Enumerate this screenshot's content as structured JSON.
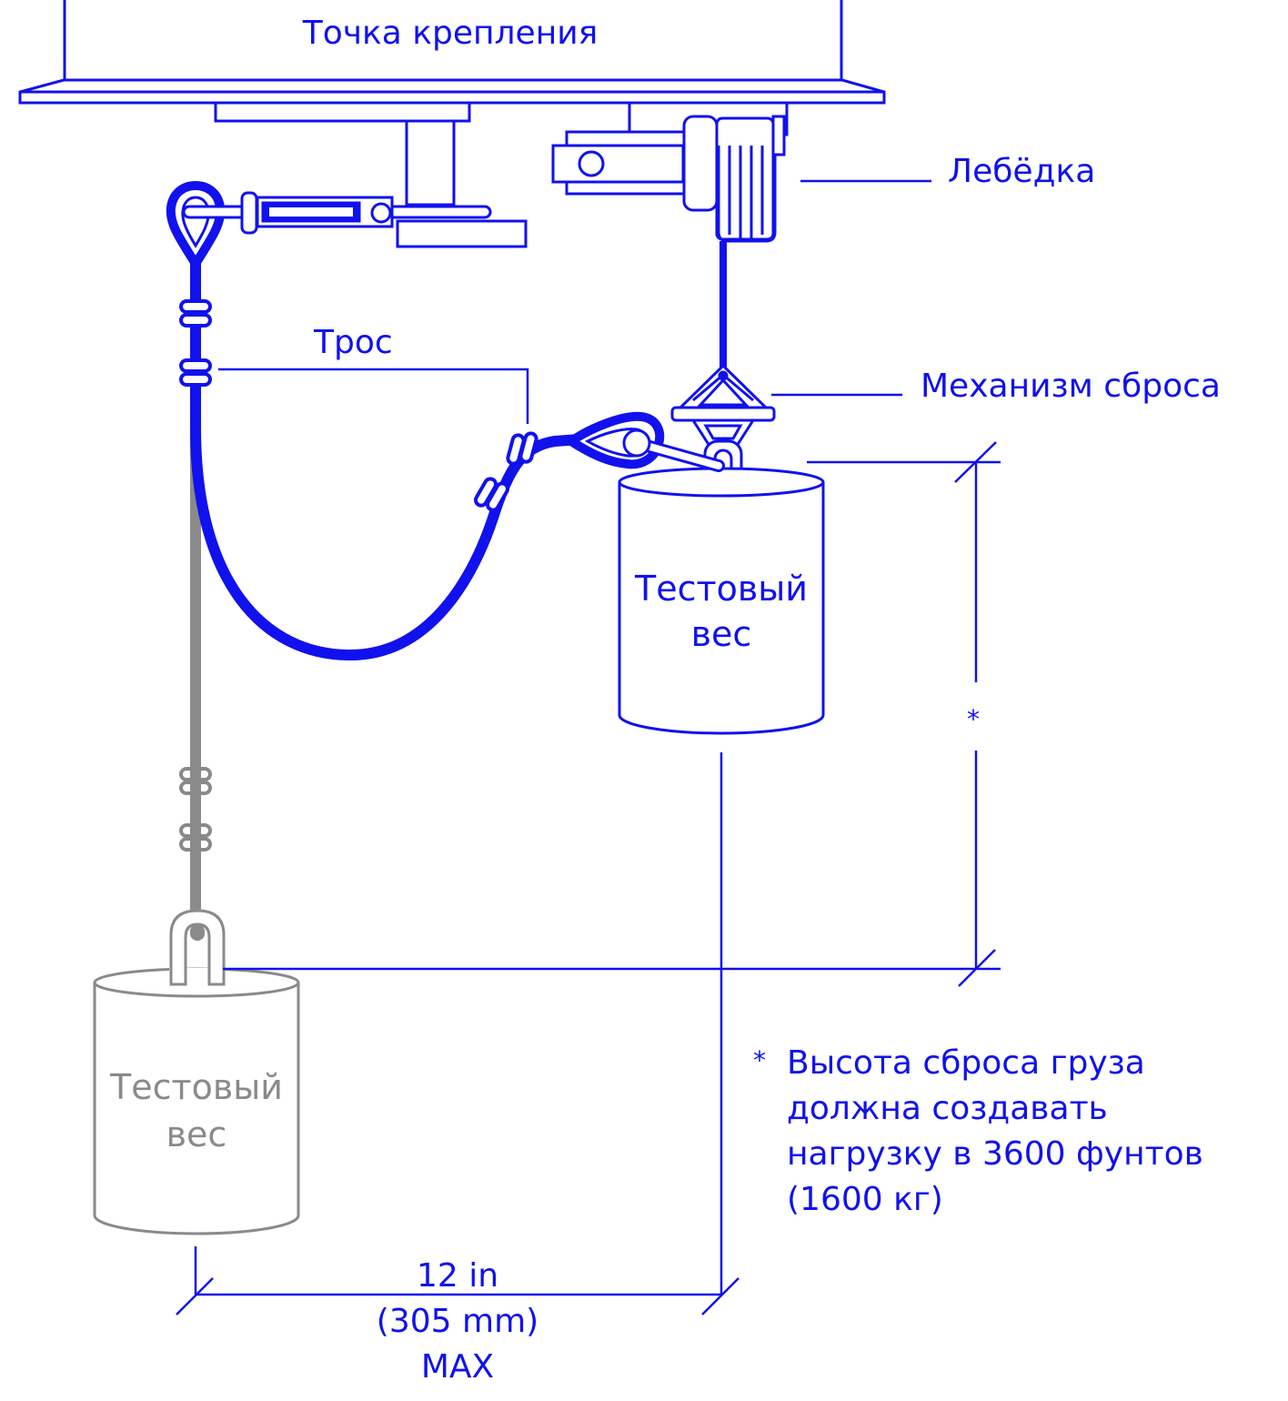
{
  "labels": {
    "anchor": "Точка крепления",
    "winch": "Лебёдка",
    "rope": "Трос",
    "release": "Механизм сброса",
    "weight_top_line1": "Тестовый",
    "weight_top_line2": "вес",
    "weight_bottom_line1": "Тестовый",
    "weight_bottom_line2": "вес",
    "asterisk": "*",
    "note_marker": "*",
    "note_line1": "Высота сброса груза",
    "note_line2": "должна создавать",
    "note_line3": "нагрузку в 3600 фунтов",
    "note_line4": "(1600 кг)",
    "dim_line1": "12 in",
    "dim_line2": "(305 mm)",
    "dim_line3": "MAX"
  },
  "colors": {
    "accent": "#1111ee",
    "gray": "#8a8a8a",
    "background": "#ffffff"
  }
}
